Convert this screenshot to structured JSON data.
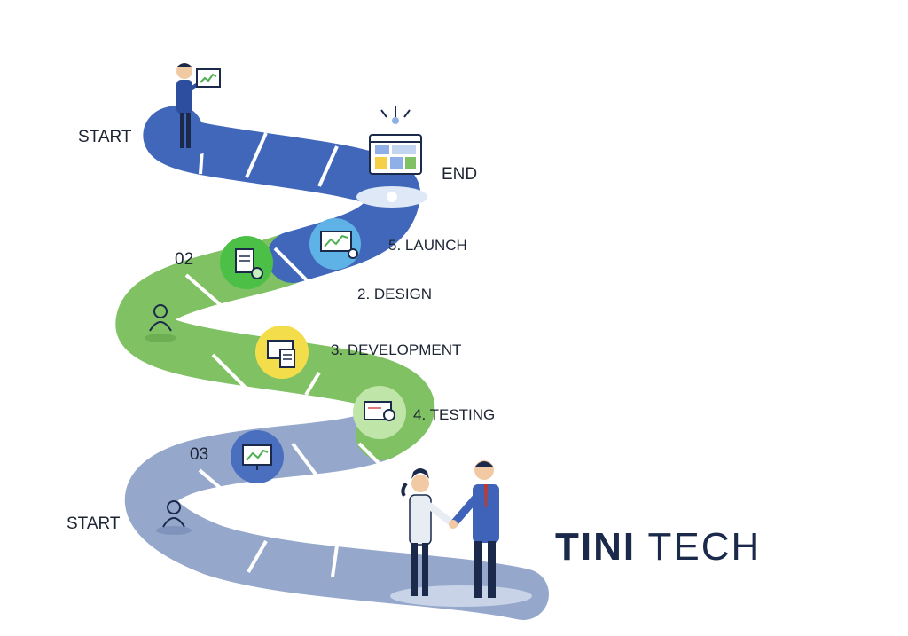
{
  "labels": {
    "start_top": "START",
    "end": "END",
    "step_02": "02",
    "launch": "5. LAUNCH",
    "design": "2. DESIGN",
    "development": "3. DEVELOPMENT",
    "testing": "4. TESTING",
    "step_03": "03",
    "start_bottom": "START"
  },
  "brand": {
    "strong": "TINI",
    "light": "TECH"
  },
  "colors": {
    "blue": "#3f63b8",
    "blue_dark": "#2f4f9e",
    "green": "#78be5c",
    "green_light": "#a6d68c",
    "grey_blue": "#94a6c9",
    "navy": "#1b2a4a"
  },
  "icons": [
    "analytics-board-icon",
    "website-layout-icon",
    "document-icon",
    "monitor-chart-icon",
    "user-icon",
    "certificate-icon",
    "chart-monitor-icon",
    "handshake-icon"
  ]
}
